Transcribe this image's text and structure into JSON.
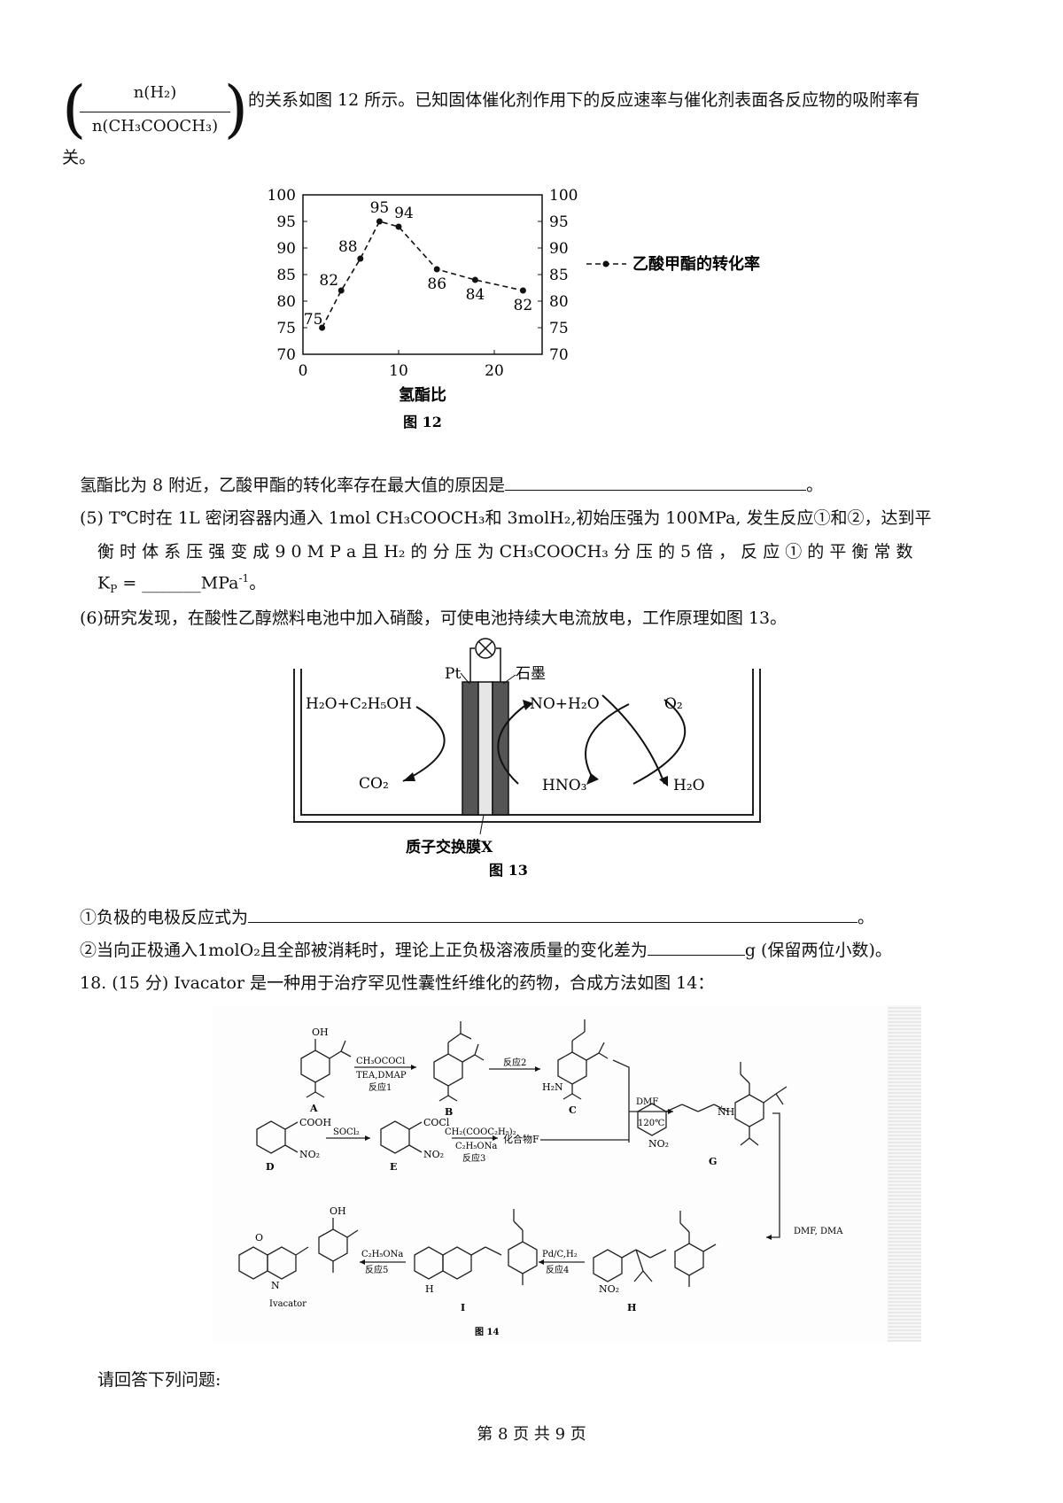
{
  "intro": {
    "fraction_num": "n(H₂)",
    "fraction_den": "n(CH₃COOCH₃)",
    "line1_rest": "的关系如图 12 所示。已知固体催化剂作用下的反应速率与催化剂表面各反应物的吸附率有",
    "line2": "关。"
  },
  "chart_data": {
    "type": "line",
    "xlabel": "氢酯比",
    "ylabel": "",
    "xlim": [
      0,
      25
    ],
    "ylim": [
      70,
      100
    ],
    "x_ticks": [
      "0",
      "10",
      "20"
    ],
    "y_ticks": [
      "70",
      "75",
      "80",
      "85",
      "90",
      "95",
      "100"
    ],
    "series": [
      {
        "name": "乙酸甲酯的转化率",
        "x": [
          2,
          4,
          6,
          8,
          10,
          14,
          18,
          23
        ],
        "values": [
          75,
          82,
          88,
          95,
          94,
          86,
          84,
          82
        ],
        "labels": [
          "75",
          "82",
          "88",
          "95",
          "94",
          "86",
          "84",
          "82"
        ],
        "style": "dashed-dot-marker"
      }
    ],
    "legend_position": "right",
    "grid": false,
    "caption": "图 12"
  },
  "q4_text": "氢酯比为 8 附近，乙酸甲酯的转化率存在最大值的原因是",
  "q4_end": "。",
  "q5": {
    "line1": "(5) T℃时在 1L 密闭容器内通入 1mol  CH₃COOCH₃和 3molH₂,初始压强为 100MPa, 发生反应①和②，达到平",
    "line2": "衡 时 体 系 压 强 变 成  9 0 M P a  且  H₂ 的 分 压 为  CH₃COOCH₃ 分 压 的  5  倍 ， 反 应 ① 的 平 衡 常 数",
    "line3_pre": "K",
    "line3_sub": "P",
    "line3_eq": " = _______MPa",
    "line3_sup": "-1",
    "line3_end": "。"
  },
  "q6_text": "(6)研究发现，在酸性乙醇燃料电池中加入硝酸，可使电池持续大电流放电，工作原理如图 13。",
  "cell": {
    "pt": "Pt",
    "graphite": "石墨",
    "left_top": "H₂O+C₂H₅OH",
    "left_bottom": "CO₂",
    "right_top": "NO+H₂O",
    "right_bottom": "HNO₃",
    "o2": "O₂",
    "h2o": "H₂O",
    "membrane": "质子交换膜X",
    "caption": "图 13"
  },
  "q6_1": "①负极的电极反应式为",
  "q6_1_end": "。",
  "q6_2_pre": "②当向正极通入1molO₂且全部被消耗时，理论上正负极溶液质量的变化差为",
  "q6_2_post": "g (保留两位小数)。",
  "q18_text": "18. (15 分) Ivacator 是一种用于治疗罕见性囊性纤维化的药物，合成方法如图 14：",
  "synthesis": {
    "labels": {
      "A": "A",
      "B": "B",
      "C": "C",
      "D": "D",
      "E": "E",
      "G": "G",
      "H": "H",
      "I": "I"
    },
    "r1_top": "CH₃OCOCl",
    "r1_mid": "TEA,DMAP",
    "r1_bot": "反应1",
    "r2": "反应2",
    "dmf": "DMF",
    "temp": "120℃",
    "socl2": "SOCl₂",
    "r3_top": "CH₂(COOC₂H₅)₂",
    "r3_mid": "C₂H₅ONa",
    "r3_bot": "反应3",
    "compound_f": "化合物F",
    "dmf_dma": "DMF, DMA",
    "r4_top": "Pd/C,H₂",
    "r4_bot": "反应4",
    "r5_top": "C₂H₅ONa",
    "r5_bot": "反应5",
    "ivacator": "Ivacator",
    "caption": "图 14",
    "cooh": "COOH",
    "cocl": "COCl",
    "no2": "NO₂",
    "oh": "OH",
    "h2n": "H₂N",
    "nh": "ṄH",
    "o": "O",
    "n": "N",
    "h": "H"
  },
  "closing": "请回答下列问题:",
  "footer": "第 8 页 共 9 页"
}
